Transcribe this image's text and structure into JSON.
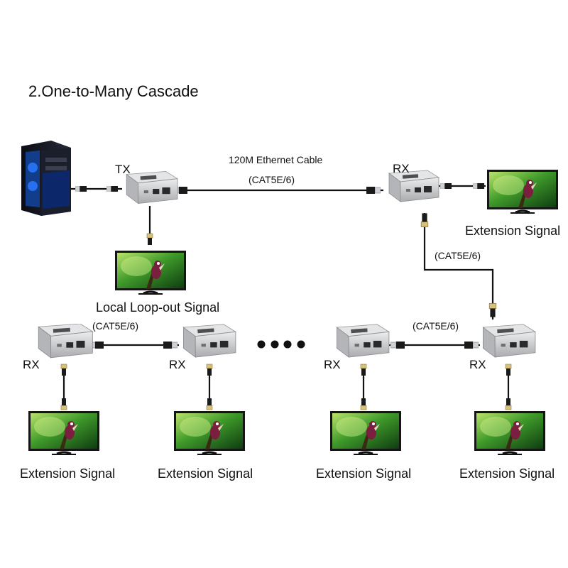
{
  "title": "2.One-to-Many Cascade",
  "labels": {
    "tx": "TX",
    "rx_top": "RX",
    "rx_1": "RX",
    "rx_2": "RX",
    "rx_3": "RX",
    "rx_4": "RX",
    "cable_main_line1": "120M Ethernet Cable",
    "cable_main_line2": "(CAT5E/6)",
    "cable_vertical": "(CAT5E/6)",
    "cable_left": "(CAT5E/6)",
    "cable_right": "(CAT5E/6)",
    "local_loop": "Local Loop-out Signal",
    "ext_top": "Extension Signal",
    "ext_1": "Extension Signal",
    "ext_2": "Extension Signal",
    "ext_3": "Extension Signal",
    "ext_4": "Extension Signal"
  },
  "colors": {
    "device_body": "#c9cacc",
    "device_top": "#e4e5e7",
    "cable": "#111111",
    "connector": "#d8c178",
    "screen_green": "#3f9a2a",
    "bird": "#7a1f3d"
  }
}
